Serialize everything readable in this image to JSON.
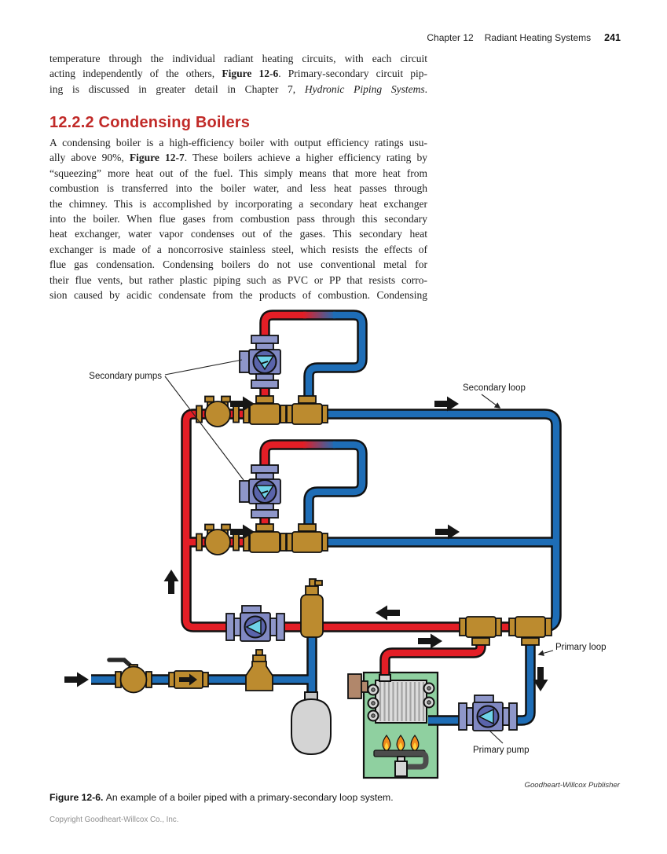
{
  "header": {
    "chapter": "Chapter 12",
    "section": "Radiant Heating Systems",
    "page_number": "241"
  },
  "intro": {
    "segments": [
      {
        "text": "temperature through the individual radiant heating circuits, with each circuit\nacting independently of the others, "
      },
      {
        "text": "Figure 12-6",
        "bold": true
      },
      {
        "text": ". Primary-secondary circuit pip-\ning is discussed in greater detail in Chapter 7, "
      },
      {
        "text": "Hydronic Piping Systems",
        "italic": true
      },
      {
        "text": "."
      }
    ]
  },
  "section": {
    "heading": "12.2.2 Condensing Boilers"
  },
  "body": {
    "segments": [
      {
        "text": "A condensing boiler is a high-efficiency boiler with output efficiency ratings usu-\nally above 90%, "
      },
      {
        "text": "Figure 12-7",
        "bold": true
      },
      {
        "text": ". These boilers achieve a higher efficiency rating by\n“squeezing” more heat out of the fuel. This simply means that more heat from\ncombustion is transferred into the boiler water, and less heat passes through\nthe chimney. This is accomplished by incorporating a secondary heat exchanger\ninto the boiler. When flue gases from combustion pass through this secondary\nheat exchanger, water vapor condenses out of the gases. This secondary heat\nexchanger is made of a noncorrosive stainless steel, which resists the effects of\nflue gas condensation. Condensing boilers do not use conventional metal for\ntheir flue vents, but rather plastic piping such as PVC or PP that resists corro-\nsion caused by acidic condensate from the products of combustion. Condensing"
      }
    ]
  },
  "figure": {
    "labels": {
      "secondary_pumps": "Secondary pumps",
      "secondary_loop": "Secondary loop",
      "primary_loop": "Primary loop",
      "primary_pump": "Primary pump"
    },
    "credit": "Goodheart-Willcox Publisher",
    "caption_segments": [
      {
        "text": "Figure 12-6. ",
        "bold": true
      },
      {
        "text": "An example of a boiler piped with a primary-secondary loop system."
      }
    ]
  },
  "footer": {
    "copyright": "Copyright Goodheart-Willcox Co., Inc."
  },
  "colors": {
    "pipe_red": "#e31e26",
    "pipe_blue": "#1e6db6",
    "brass": "#bc8b2f",
    "pump_lav": "#8e96c9",
    "pump_body": "#8088c2",
    "pump_circle": "#5a64ab",
    "pump_cyan": "#6fd3e8",
    "boiler_green": "#8fd0a0",
    "heading_red": "#c12a28"
  }
}
